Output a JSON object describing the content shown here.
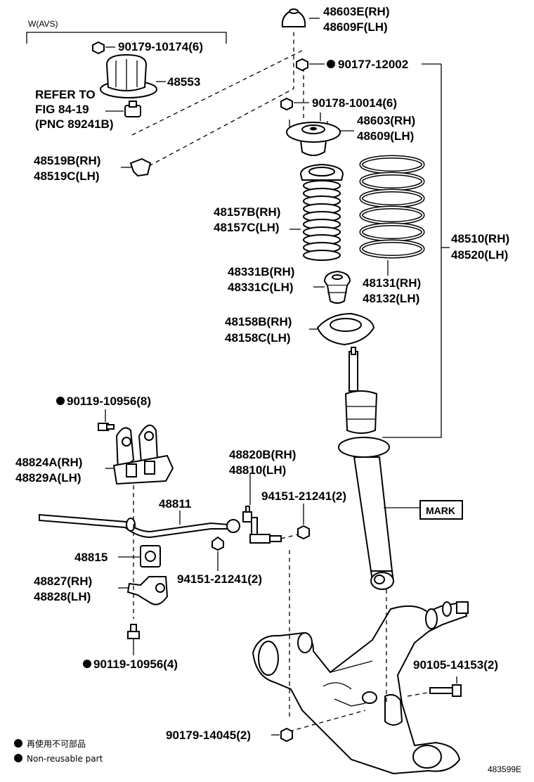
{
  "avs_label": "W(AVS)",
  "refer_note": {
    "line1": "REFER TO",
    "line2": "FIG 84-19",
    "line3": "(PNC 89241B)"
  },
  "callouts": {
    "p48603E": "48603E(RH)",
    "p48609F": "48609F(LH)",
    "p90179_10174": "90179-10174(6)",
    "p48553": "48553",
    "p90177_12002": "90177-12002",
    "p90178_10014": "90178-10014(6)",
    "p48603": "48603(RH)",
    "p48609": "48609(LH)",
    "p48519B": "48519B(RH)",
    "p48519C": "48519C(LH)",
    "p48157B": "48157B(RH)",
    "p48157C": "48157C(LH)",
    "p48510": "48510(RH)",
    "p48520": "48520(LH)",
    "p48331B": "48331B(RH)",
    "p48331C": "48331C(LH)",
    "p48131": "48131(RH)",
    "p48132": "48132(LH)",
    "p48158B": "48158B(RH)",
    "p48158C": "48158C(LH)",
    "p90119_top": "90119-10956(8)",
    "p48824A": "48824A(RH)",
    "p48829A": "48829A(LH)",
    "p48820B": "48820B(RH)",
    "p48810": "48810(LH)",
    "p48811": "48811",
    "p94151_a": "94151-21241(2)",
    "mark": "MARK",
    "p48815": "48815",
    "p94151_b": "94151-21241(2)",
    "p48827": "48827(RH)",
    "p48828": "48828(LH)",
    "p90119_bottom": "90119-10956(4)",
    "p90105_14153": "90105-14153(2)",
    "p90179_14045": "90179-14045(2)"
  },
  "legend": {
    "jp": "再使用不可部品",
    "en": "Non-reusable part"
  },
  "figure_id": "483599E"
}
